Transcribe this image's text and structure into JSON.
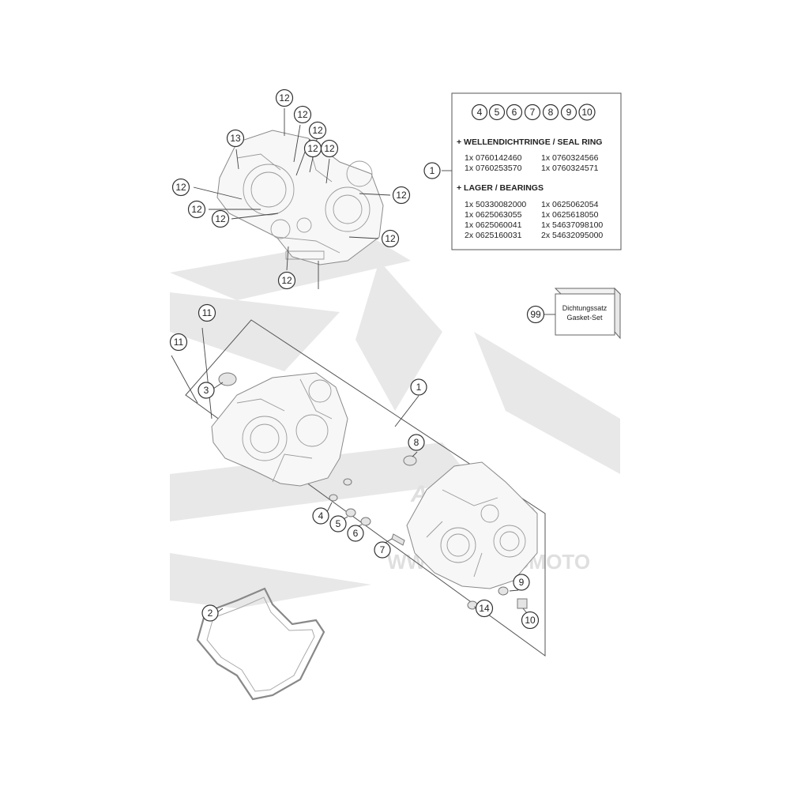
{
  "watermark": {
    "brand": "Atomic",
    "sub": "moto",
    "site": "WWW.ATOMICMOTO"
  },
  "kit_box": {
    "callouts": [
      "4",
      "5",
      "6",
      "7",
      "8",
      "9",
      "10"
    ],
    "seal_heading": "+ WELLENDICHTRINGE / SEAL RING",
    "seal_rows": [
      [
        "1x 0760142460",
        "1x 0760324566"
      ],
      [
        "1x 0760253570",
        "1x 0760324571"
      ]
    ],
    "bearing_heading": "+ LAGER / BEARINGS",
    "bearing_rows": [
      [
        "1x 50330082000",
        "1x 0625062054"
      ],
      [
        "1x 0625063055",
        "1x 0625618050"
      ],
      [
        "1x 0625060041",
        "1x 54637098100"
      ],
      [
        "2x 0625160031",
        "2x 54632095000"
      ]
    ]
  },
  "gasket_set": {
    "line1": "Dichtungssatz",
    "line2": "Gasket-Set"
  },
  "callouts": [
    {
      "id": "c12a",
      "label": "12"
    },
    {
      "id": "c12b",
      "label": "12"
    },
    {
      "id": "c12c",
      "label": "12"
    },
    {
      "id": "c13",
      "label": "13"
    },
    {
      "id": "c12d",
      "label": "12"
    },
    {
      "id": "c1top",
      "label": "1"
    },
    {
      "id": "c12e",
      "label": "12"
    },
    {
      "id": "c12f",
      "label": "12"
    },
    {
      "id": "c12g",
      "label": "12"
    },
    {
      "id": "c12h",
      "label": "12"
    },
    {
      "id": "c12i",
      "label": "12"
    },
    {
      "id": "c12j",
      "label": "12"
    },
    {
      "id": "c12k",
      "label": "12"
    },
    {
      "id": "c99",
      "label": "99"
    },
    {
      "id": "c11a",
      "label": "11"
    },
    {
      "id": "c11b",
      "label": "11"
    },
    {
      "id": "c3",
      "label": "3"
    },
    {
      "id": "c1mid",
      "label": "1"
    },
    {
      "id": "c8",
      "label": "8"
    },
    {
      "id": "c4",
      "label": "4"
    },
    {
      "id": "c5",
      "label": "5"
    },
    {
      "id": "c6",
      "label": "6"
    },
    {
      "id": "c7",
      "label": "7"
    },
    {
      "id": "c9",
      "label": "9"
    },
    {
      "id": "c14",
      "label": "14"
    },
    {
      "id": "c10",
      "label": "10"
    },
    {
      "id": "c2",
      "label": "2"
    }
  ]
}
